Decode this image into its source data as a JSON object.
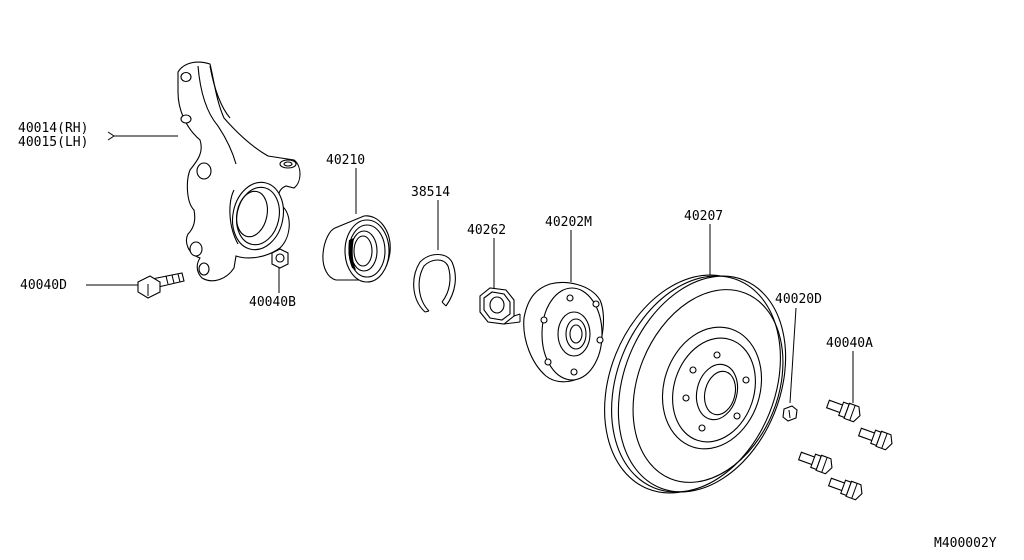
{
  "parts": [
    {
      "id": "knuckle_rh",
      "label": "40014(RH)"
    },
    {
      "id": "knuckle_lh",
      "label": "40015(LH)"
    },
    {
      "id": "bearing",
      "label": "40210"
    },
    {
      "id": "snap_ring",
      "label": "38514"
    },
    {
      "id": "nut",
      "label": "40262"
    },
    {
      "id": "hub",
      "label": "40202M"
    },
    {
      "id": "rotor",
      "label": "40207"
    },
    {
      "id": "bolt_knuckle",
      "label": "40040D"
    },
    {
      "id": "nut_knuckle",
      "label": "40040B"
    },
    {
      "id": "stud",
      "label": "40020D"
    },
    {
      "id": "bolt_caliper",
      "label": "40040A"
    }
  ],
  "figure_code": "M400002Y"
}
